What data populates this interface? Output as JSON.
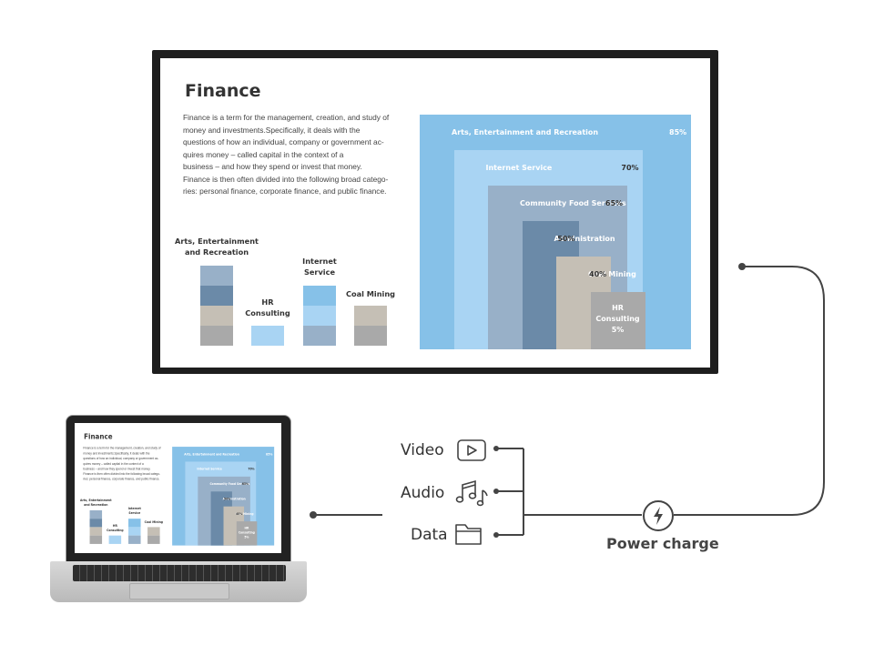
{
  "slide": {
    "title": "Finance",
    "paragraph_lines": [
      "Finance is a term for the management, creation, and study of",
      "money and investments.Specifically, it deals with the",
      "questions of how an individual, company or government ac-",
      "quires money – called capital in the context of a",
      "business – and how they spend or invest that money.",
      "Finance is then often divided into the following broad catego-",
      "ries: personal finance, corporate finance, and public finance."
    ],
    "mini_bars": [
      {
        "label_lines": [
          "Arts, Entertainment",
          "and Recreation"
        ],
        "colors": [
          "#98b0c8",
          "#6b8aa8",
          "#c5bfb5",
          "#a9a9a9"
        ]
      },
      {
        "label_lines": [
          "HR",
          "Consulting"
        ],
        "colors": [
          "#a9d4f3"
        ]
      },
      {
        "label_lines": [
          "Internet",
          "Service"
        ],
        "colors": [
          "#86c1e8",
          "#a9d4f3",
          "#98b0c8"
        ]
      },
      {
        "label_lines": [
          "Coal Mining"
        ],
        "colors": [
          "#c5bfb5",
          "#a9a9a9"
        ]
      }
    ]
  },
  "chart_data": {
    "type": "bar",
    "title": "",
    "categories": [
      "Arts, Entertainment and Recreation",
      "Internet Service",
      "Community Food Services",
      "Administration",
      "Coal Mining",
      "HR Consulting"
    ],
    "values": [
      85,
      70,
      65,
      50,
      40,
      5
    ],
    "value_labels": [
      "85%",
      "70%",
      "65%",
      "50%",
      "40%",
      "5%"
    ],
    "colors": [
      "#86c1e8",
      "#a9d4f3",
      "#98b0c8",
      "#6b8aa8",
      "#c5bfb5",
      "#a9a9a9"
    ],
    "label_colors": [
      "#ffffff",
      "#333333",
      "#333333",
      "#333333",
      "#333333",
      "#ffffff"
    ]
  },
  "hr_label_lines": [
    "HR",
    "Consulting"
  ],
  "connections": {
    "video_label": "Video",
    "audio_label": "Audio",
    "data_label": "Data",
    "power_label": "Power charge",
    "icons": {
      "video": "play-icon",
      "audio": "music-note-icon",
      "data": "folder-icon",
      "power": "lightning-icon"
    }
  }
}
